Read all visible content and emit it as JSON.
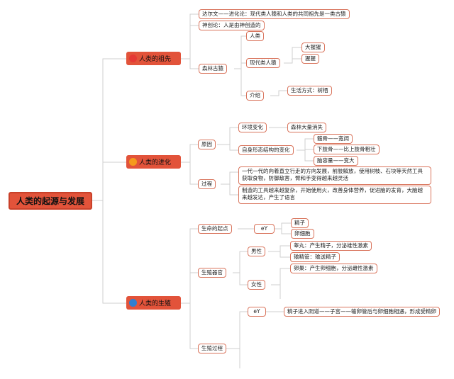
{
  "root": "人类的起源与发展",
  "branches": [
    {
      "label": "人类的祖先",
      "icon": "red-circle-icon",
      "icon_color": "#e53935"
    },
    {
      "label": "人类的进化",
      "icon": "orange-circle-icon",
      "icon_color": "#f59a1c"
    },
    {
      "label": "人类的生殖",
      "icon": "blue-circle-icon",
      "icon_color": "#2f7fd0"
    }
  ],
  "ancestors": {
    "darwin": "达尔文——进化论：现代类人猿和人类的共同祖先是一类古猿",
    "creationism": "神创论：人是由神创造的",
    "forest_ape": "森林古猿",
    "human": "人类",
    "modern_apes": "现代类人猿",
    "ape_types": [
      "大猩猩",
      "猩猩"
    ],
    "intro": "介绍",
    "lifestyle": "生活方式：树栖"
  },
  "evolution": {
    "cause": "原因",
    "env_change": "环境变化",
    "forest_decline": "森林大量消失",
    "body_change": "自身形态结构的变化",
    "body_items": [
      "髋骨——宽阔",
      "下肢骨——比上肢骨粗壮",
      "脑容量——变大"
    ],
    "process": "过程",
    "process_items": [
      "一代一代的向着直立行走的方向发展，前肢解放，使用树枝、石块等天然工具获取食物，防御敌害，臂和手变得越来越灵活",
      "制造的工具越来越复杂，开始使用火，改善身体营养，促进脑的发育，大脑越来越发达，产生了语言"
    ]
  },
  "reproduction": {
    "origin": "生命的起点",
    "fertilized_egg": "eY",
    "sperm": "精子",
    "egg": "卵细胞",
    "organs": "生殖器官",
    "male": "男性",
    "male_items": [
      "睾丸：产生精子，分泌雄性激素",
      "输精管：输送精子"
    ],
    "female": "女性",
    "female_items": [
      "卵巢：产生卵细胞，分泌雌性激素"
    ],
    "process": "生殖过程",
    "process_ey": "eY",
    "process_text": "精子进入阴道——子宫——输卵管后与卵细胞相遇，形成受精卵"
  }
}
